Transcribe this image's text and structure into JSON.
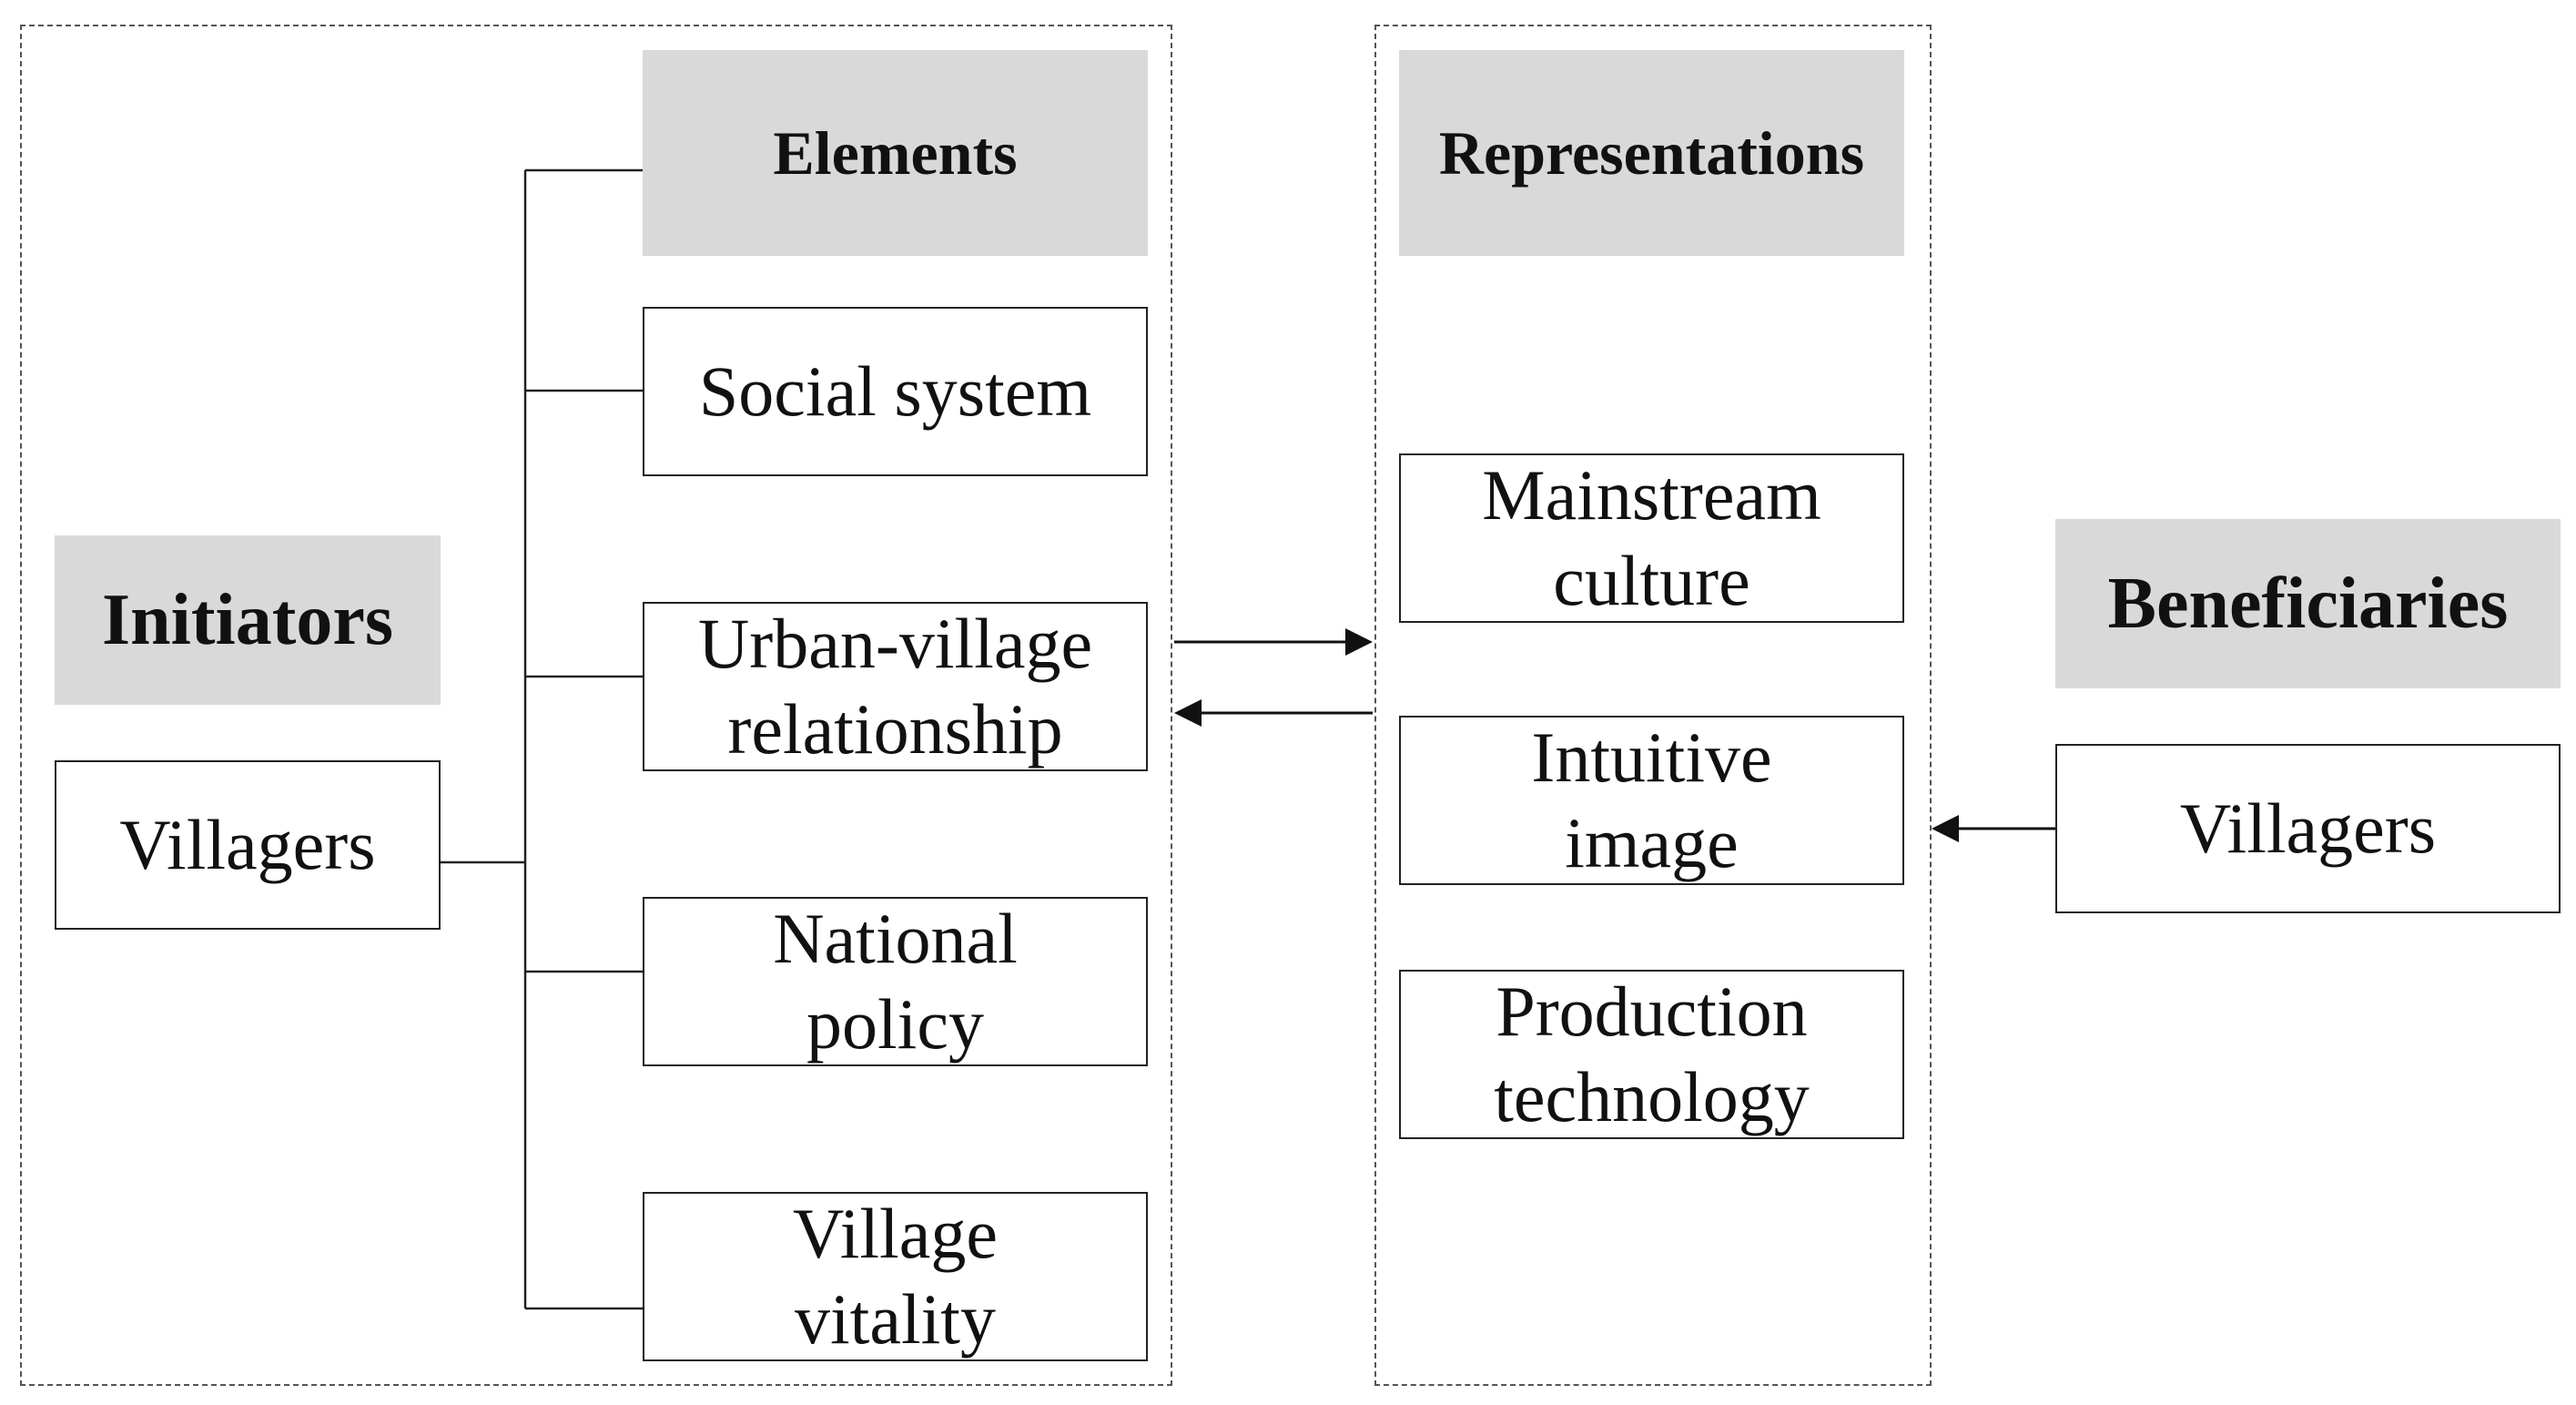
{
  "initiators": {
    "title": "Initiators",
    "item": "Villagers"
  },
  "elements": {
    "title": "Elements",
    "items": [
      {
        "line1": "Social system",
        "line2": ""
      },
      {
        "line1": "Urban-village",
        "line2": "relationship"
      },
      {
        "line1": "National",
        "line2": "policy"
      },
      {
        "line1": "Village",
        "line2": "vitality"
      }
    ]
  },
  "representations": {
    "title": "Representations",
    "items": [
      {
        "line1": "Mainstream",
        "line2": "culture"
      },
      {
        "line1": "Intuitive",
        "line2": "image"
      },
      {
        "line1": "Production",
        "line2": "technology"
      }
    ]
  },
  "beneficiaries": {
    "title": "Beneficiaries",
    "item": "Villagers"
  },
  "colors": {
    "header_fill": "#d9d9d9",
    "box_stroke": "#222222",
    "dashed_stroke": "#555555"
  }
}
